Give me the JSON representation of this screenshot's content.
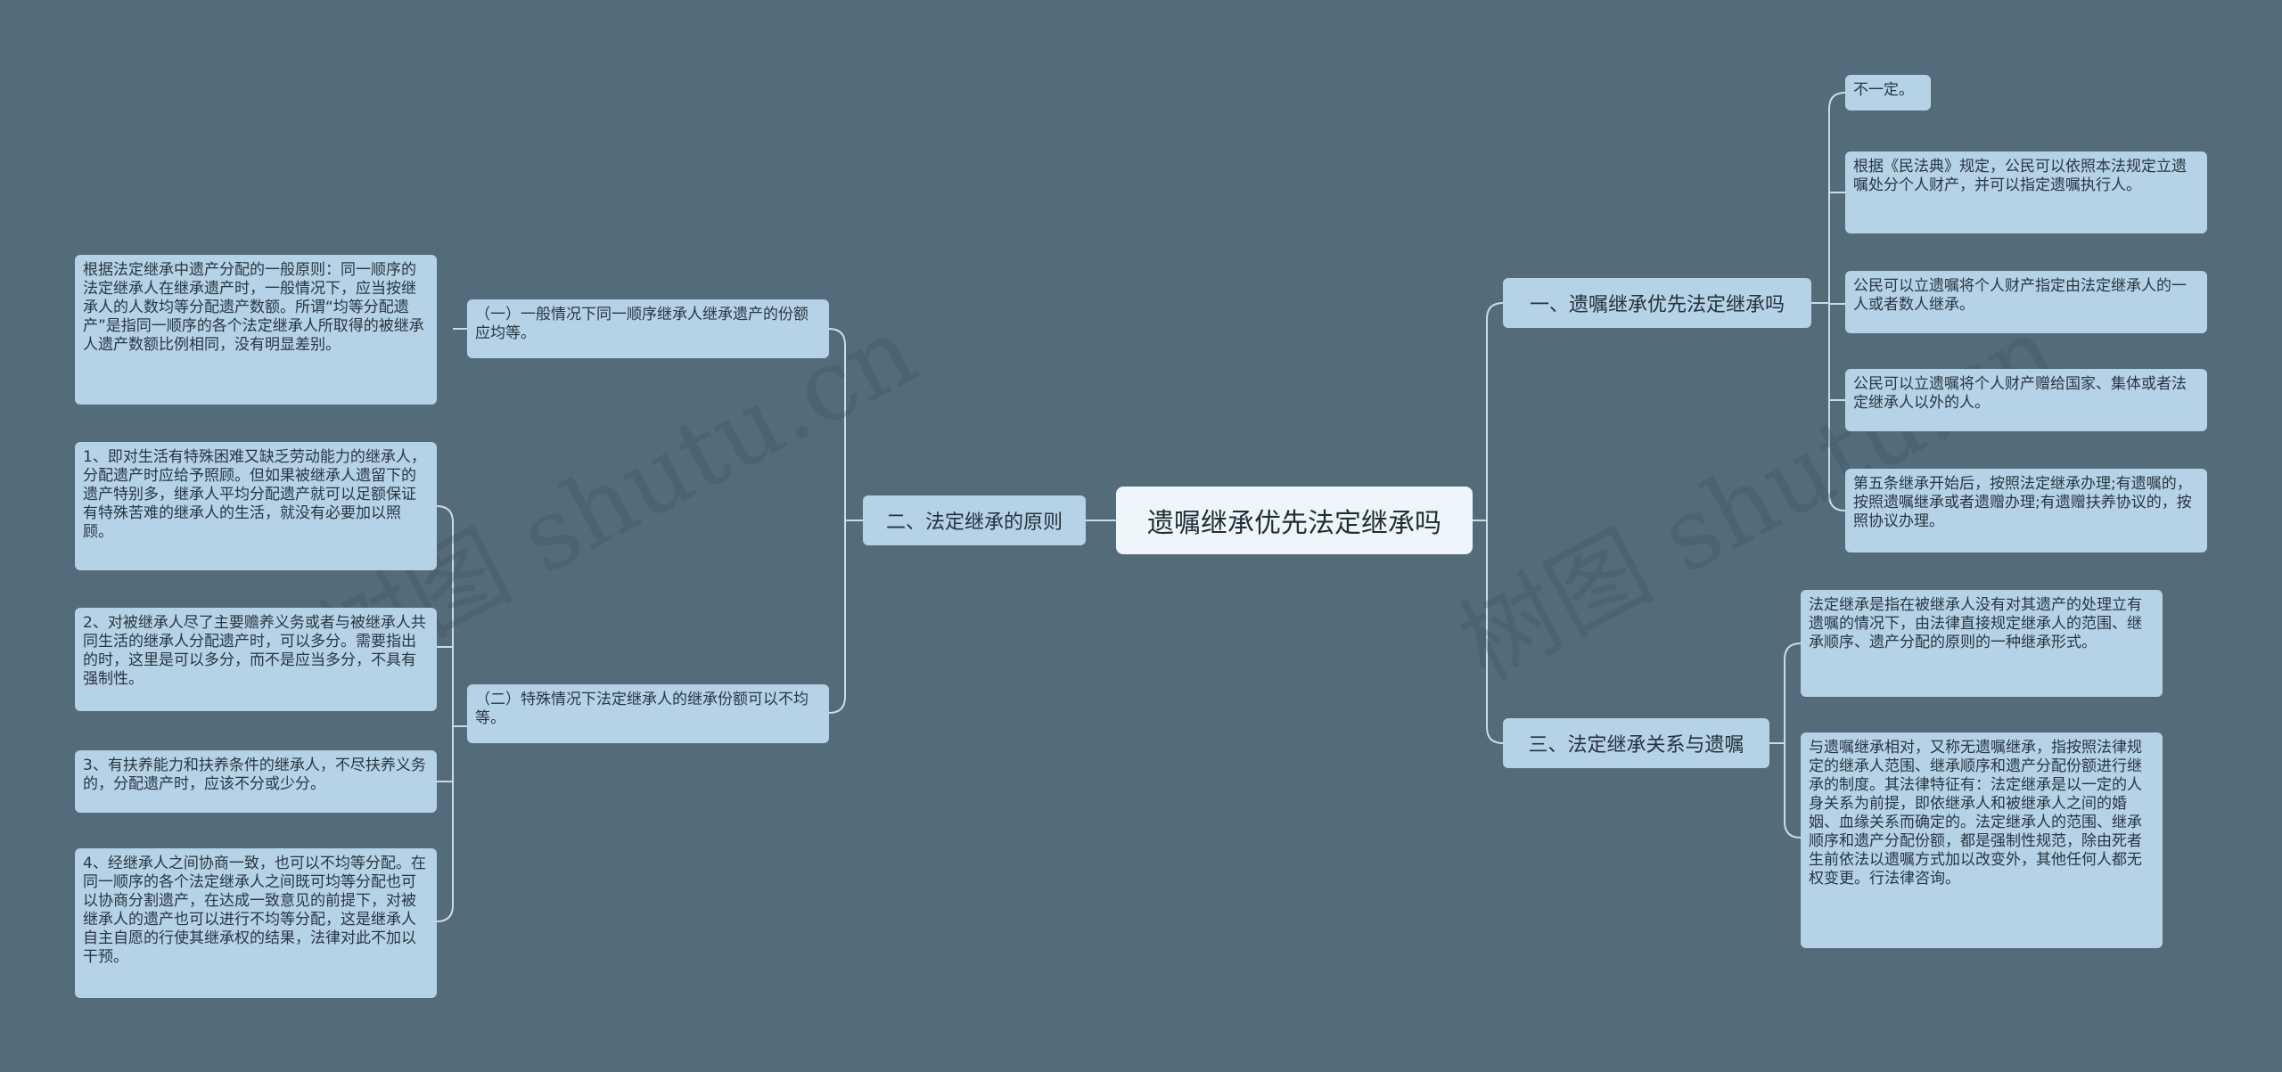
{
  "watermark": "树图 shutu.cn",
  "root": "遗嘱继承优先法定继承吗",
  "branch1": {
    "label": "一、遗嘱继承优先法定继承吗",
    "leaves": [
      "不一定。",
      "根据《民法典》规定，公民可以依照本法规定立遗嘱处分个人财产，并可以指定遗嘱执行人。",
      "公民可以立遗嘱将个人财产指定由法定继承人的一人或者数人继承。",
      "公民可以立遗嘱将个人财产赠给国家、集体或者法定继承人以外的人。",
      "第五条继承开始后，按照法定继承办理;有遗嘱的，按照遗嘱继承或者遗赠办理;有遗赠扶养协议的，按照协议办理。"
    ]
  },
  "branch2": {
    "label": "二、法定继承的原则",
    "sub1": {
      "label": "（一）一般情况下同一顺序继承人继承遗产的份额应均等。",
      "leaf": "根据法定继承中遗产分配的一般原则：同一顺序的法定继承人在继承遗产时，一般情况下，应当按继承人的人数均等分配遗产数额。所谓“均等分配遗产”是指同一顺序的各个法定继承人所取得的被继承人遗产数额比例相同，没有明显差别。"
    },
    "sub2": {
      "label": "（二）特殊情况下法定继承人的继承份额可以不均等。",
      "leaves": [
        "1、即对生活有特殊困难又缺乏劳动能力的继承人，分配遗产时应给予照顾。但如果被继承人遗留下的遗产特别多，继承人平均分配遗产就可以足额保证有特殊苦难的继承人的生活，就没有必要加以照顾。",
        "2、对被继承人尽了主要赡养义务或者与被继承人共同生活的继承人分配遗产时，可以多分。需要指出的时，这里是可以多分，而不是应当多分，不具有强制性。",
        "3、有扶养能力和扶养条件的继承人，不尽扶养义务的，分配遗产时，应该不分或少分。",
        "4、经继承人之间协商一致，也可以不均等分配。在同一顺序的各个法定继承人之间既可均等分配也可以协商分割遗产，在达成一致意见的前提下，对被继承人的遗产也可以进行不均等分配，这是继承人自主自愿的行使其继承权的结果，法律对此不加以干预。"
      ]
    }
  },
  "branch3": {
    "label": "三、法定继承关系与遗嘱",
    "leaves": [
      "法定继承是指在被继承人没有对其遗产的处理立有遗嘱的情况下，由法律直接规定继承人的范围、继承顺序、遗产分配的原则的一种继承形式。",
      "与遗嘱继承相对，又称无遗嘱继承，指按照法律规定的继承人范围、继承顺序和遗产分配份额进行继承的制度。其法律特征有：法定继承是以一定的人身关系为前提，即依继承人和被继承人之间的婚姻、血缘关系而确定的。法定继承人的范围、继承顺序和遗产分配份额，都是强制性规范，除由死者生前依法以遗嘱方式加以改变外，其他任何人都无权变更。行法律咨询。"
    ]
  }
}
